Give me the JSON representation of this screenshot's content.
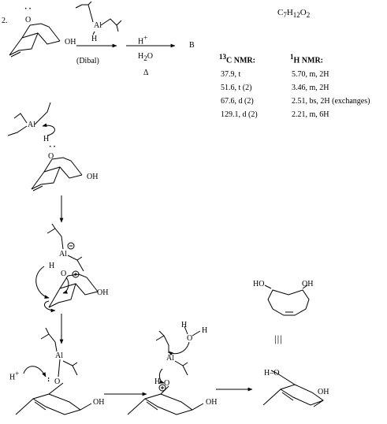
{
  "problem_number": "2.",
  "formula": {
    "main": "C",
    "sub1": "7",
    "mid1": "H",
    "sub2": "12",
    "mid2": "O",
    "sub3": "2"
  },
  "reagents": {
    "dibal_label": "(Dibal)",
    "aluminum": "Al",
    "hydrogen": "H",
    "acid": "H",
    "acid_charge": "+",
    "water": "H",
    "water_sub": "2",
    "water_o": "O",
    "heat": "Δ"
  },
  "product_label": "B",
  "c13": {
    "heading_sup": "13",
    "heading": "C NMR:",
    "rows": [
      "37.9, t",
      "51.6, t (2)",
      "67.6, d (2)",
      "129.1, d (2)"
    ]
  },
  "h1": {
    "heading_sup": "1",
    "heading": "H NMR:",
    "rows": [
      "5.70, m, 2H",
      "3.46, m, 2H",
      "2.51, bs, 2H (exchanges)",
      "2.21, m, 6H"
    ]
  },
  "atoms": {
    "oh": "OH",
    "o": "O",
    "ho": "HO",
    "h_o": "H–O",
    "h": "H",
    "hplus": "H",
    "plus": "+",
    "minus": "−",
    "lone_pair": ":",
    "equiv": "|||"
  }
}
